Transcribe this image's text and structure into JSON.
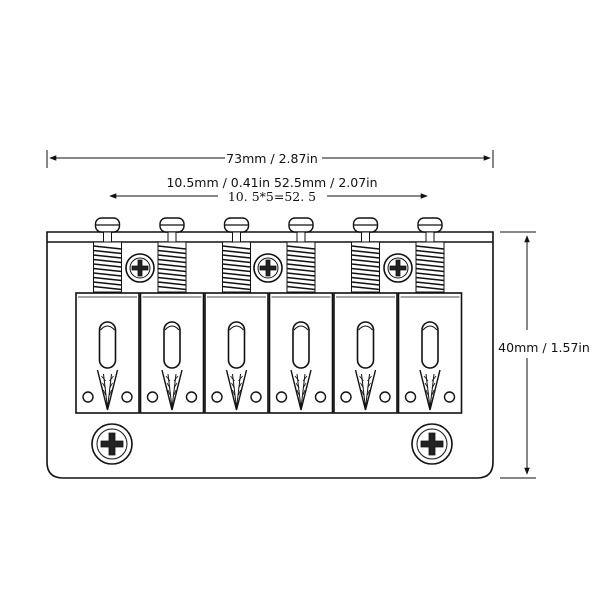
{
  "dimensions": {
    "overall_width": "73mm / 2.87in",
    "spacing_line_1": "10.5mm / 0.41in 52.5mm / 2.07in",
    "spacing_line_2": "10. 5*5=52. 5",
    "height": "40mm / 1.57in"
  },
  "parts": {
    "saddle_count": 6,
    "mounting_screws": 2,
    "front_screws": 3
  },
  "colors": {
    "line": "#111111",
    "background": "#ffffff"
  }
}
